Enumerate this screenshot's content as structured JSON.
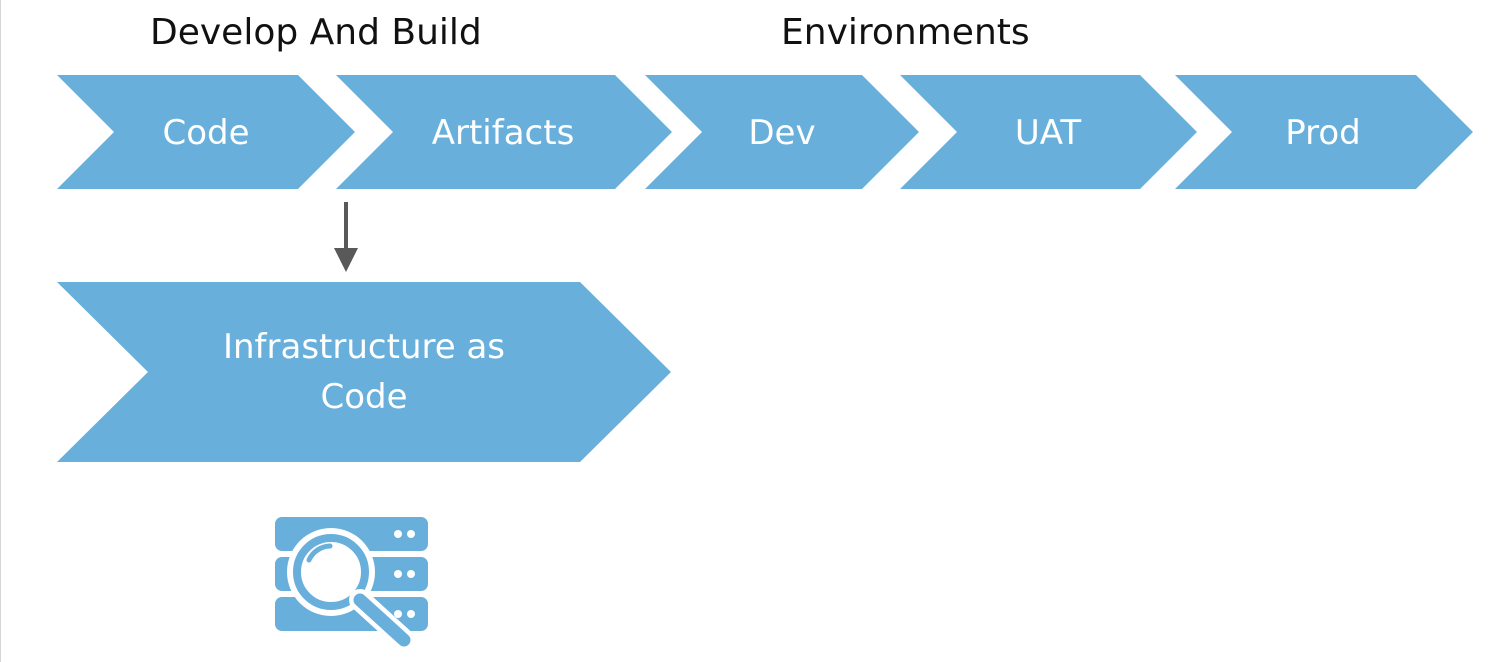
{
  "headings": {
    "develop_and_build": "Develop And Build",
    "environments": "Environments"
  },
  "stages": {
    "code": "Code",
    "artifacts": "Artifacts",
    "dev": "Dev",
    "uat": "UAT",
    "prod": "Prod"
  },
  "iac": {
    "line1": "Infrastructure as",
    "line2": "Code"
  },
  "icons": {
    "server_search": "server-search-icon",
    "arrow": "arrow-down-icon"
  },
  "colors": {
    "chevron_fill": "#68afdb",
    "label_text": "#ffffff",
    "heading_text": "#111111",
    "arrow": "#595959"
  }
}
